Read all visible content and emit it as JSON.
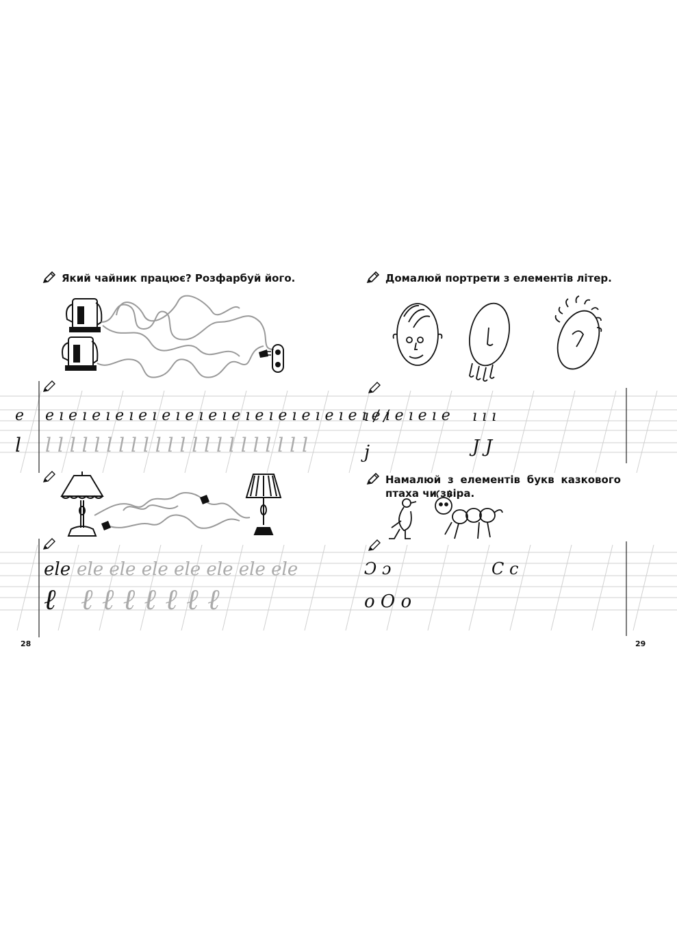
{
  "left_page": {
    "instruction_1": "Який чайник працює? Розфарбуй його.",
    "row1_model": "e",
    "row1_practice": "e ı e ı e ı e ı e ı e ı e ı e ı e ı e ı e ı e ı e ı e ı e ı e ı e ı e",
    "row2_model": "l",
    "row2_practice": "l l l l l l l l l l l l l l l l l l l l l l",
    "row3_model": "ele",
    "row3_practice": "ele ele ele ele ele ele ele",
    "row4_model": "ℓ",
    "row4_practice": "ℓ ℓ ℓ ℓ ℓ ℓ ℓ",
    "page_number": "28"
  },
  "right_page": {
    "instruction_1": "Домалюй портрети з елементів літер.",
    "instruction_2": "Намалюй з елементів букв казкового птаха чи звіра.",
    "row1_text": "ı / /",
    "row1_right": "ı ı ı",
    "row2_text": "j",
    "row2_right": "J J",
    "row3_text": "Ɔ ɔ",
    "row3_right": "C c",
    "row4_text": "o O o",
    "page_number": "29"
  },
  "icons": [
    "pencil-icon",
    "kettle-icon",
    "socket-icon",
    "plug-icon",
    "table-lamp-icon",
    "floor-lamp-icon",
    "face-portrait",
    "bird-drawing",
    "creature-drawing"
  ]
}
